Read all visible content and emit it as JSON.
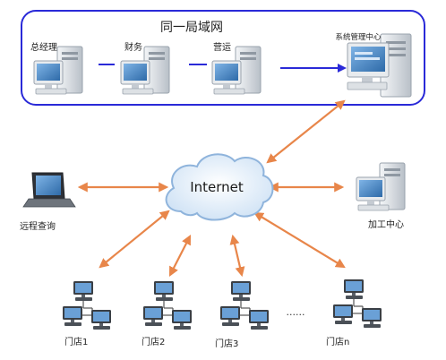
{
  "lan": {
    "title": "同一局域网",
    "nodes": [
      {
        "label": "总经理"
      },
      {
        "label": "财务"
      },
      {
        "label": "营运"
      }
    ],
    "server_label": "系统管理中心"
  },
  "internet_label": "Internet",
  "remote_label": "远程查询",
  "process_label": "加工中心",
  "stores": [
    {
      "label": "门店1"
    },
    {
      "label": "门店2"
    },
    {
      "label": "门店3"
    },
    {
      "label": "门店n"
    }
  ],
  "ellipsis": "......",
  "colors": {
    "lan_border": "#2a2ad8",
    "lan_link": "#2a2ad8",
    "arrow": "#e8864a",
    "cloud_fill": "#e6f1fb",
    "cloud_stroke": "#8fb4dc",
    "monitor_screen": "#4d8cc8",
    "tower": "#d9dde2"
  },
  "icons": {
    "workstation": "desktop-computer-icon",
    "server": "management-server-icon",
    "laptop": "laptop-icon",
    "cloud": "internet-cloud-icon",
    "store_network": "store-network-icon"
  }
}
